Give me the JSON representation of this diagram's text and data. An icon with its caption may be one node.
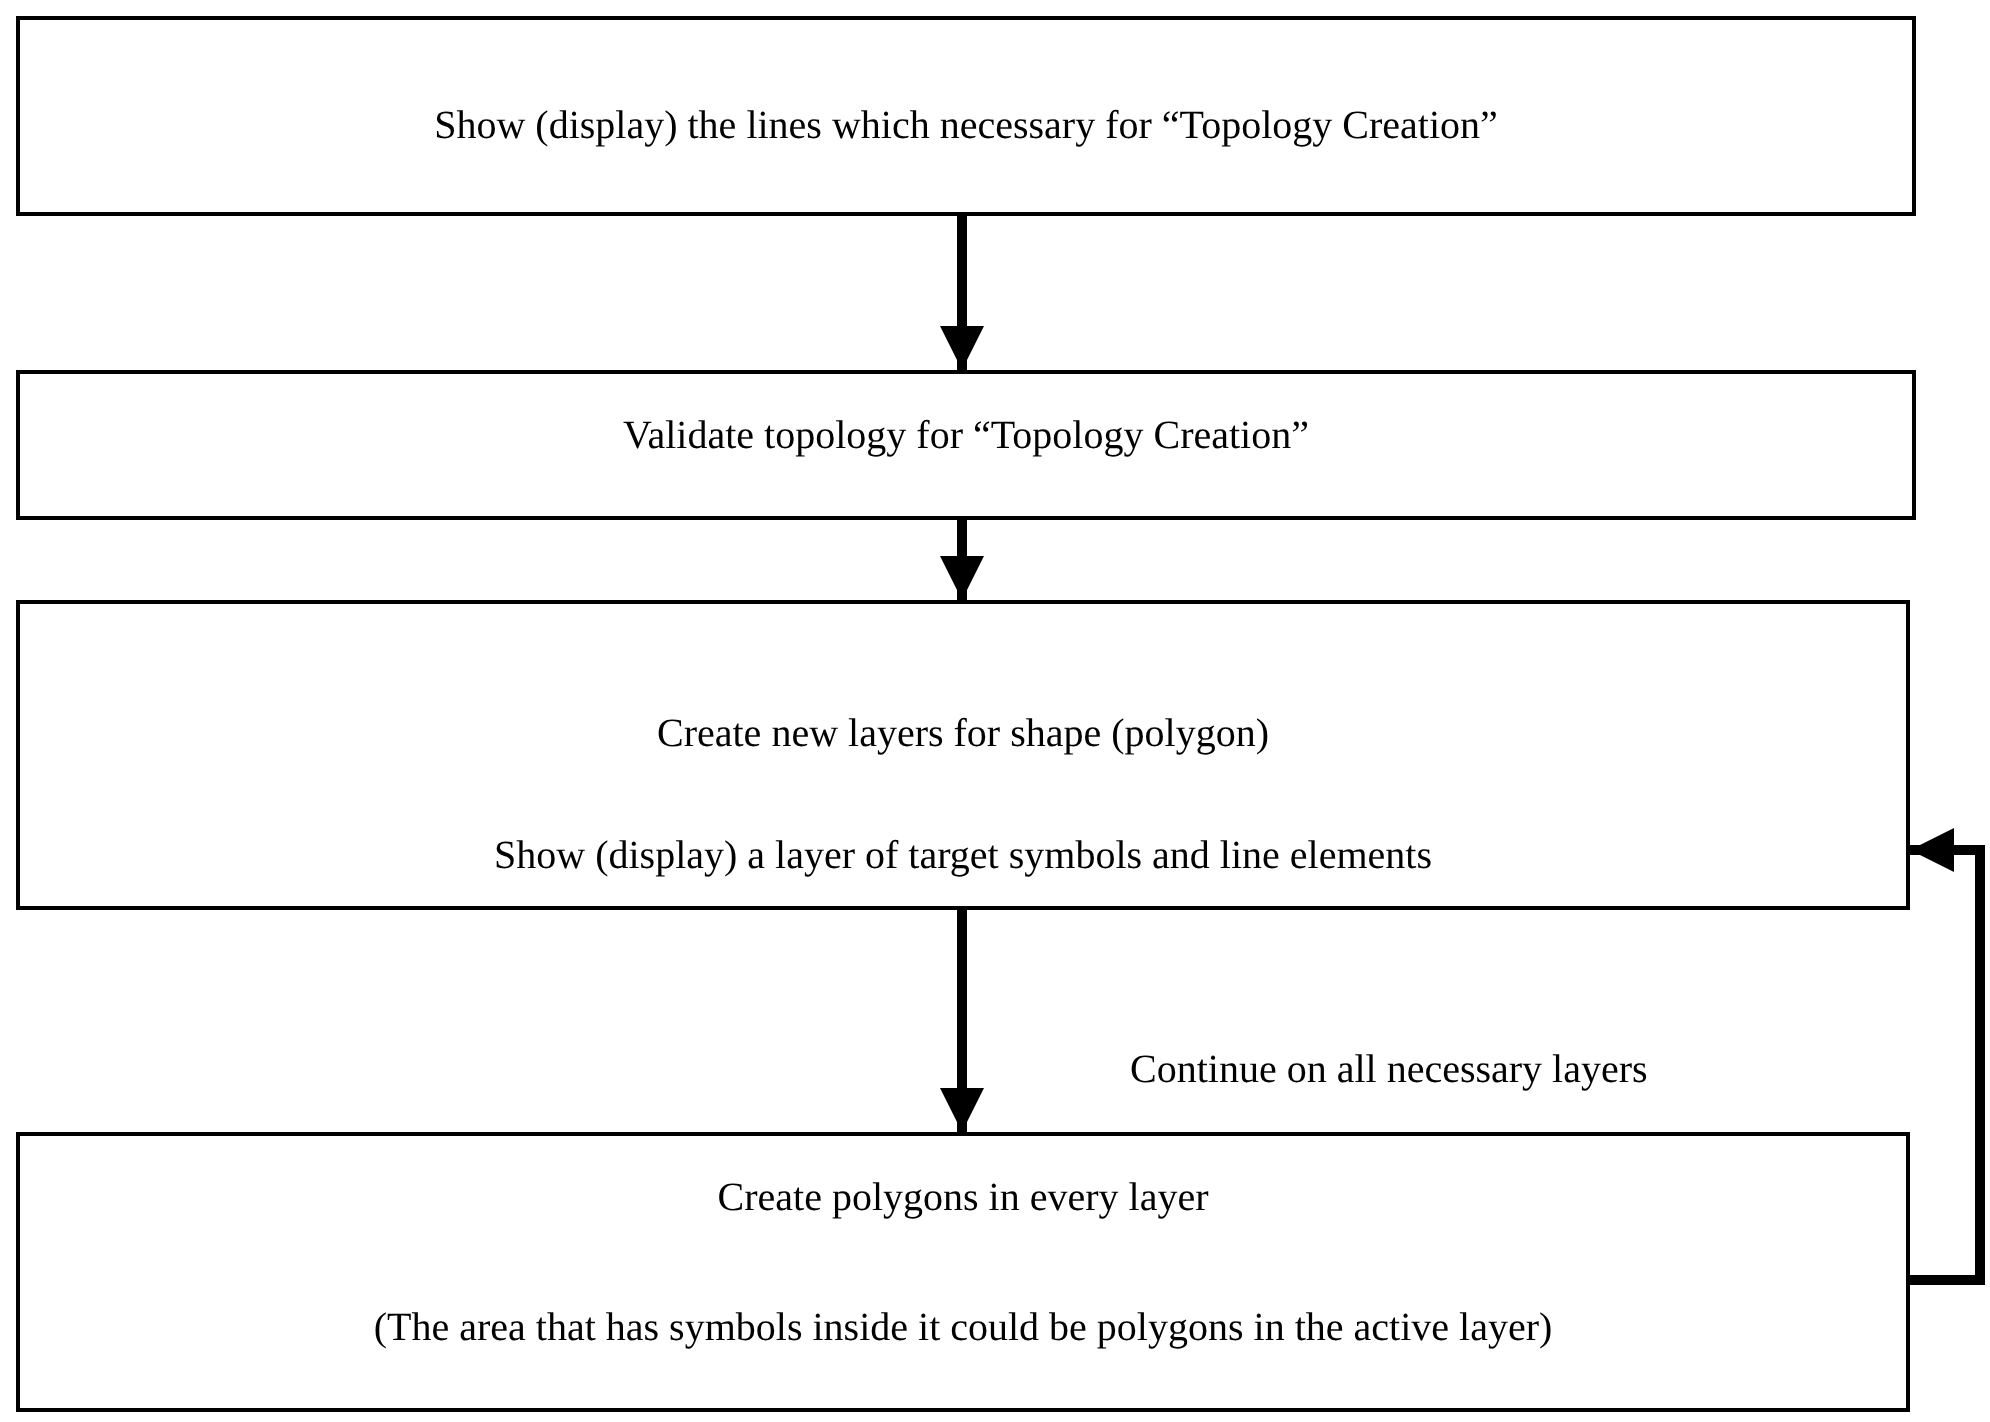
{
  "diagram": {
    "nodes": [
      {
        "text": [
          "Show (display) the lines which necessary for “Topology Creation”"
        ]
      },
      {
        "text": [
          "Validate topology for “Topology Creation”"
        ]
      },
      {
        "text": [
          "Create new layers for shape (polygon)",
          "Show (display) a layer of target symbols and line elements"
        ]
      },
      {
        "text": [
          "Create polygons in every layer",
          "(The area that has symbols inside it could be polygons in the active layer)"
        ]
      }
    ],
    "edges": [
      {
        "from": 0,
        "to": 1,
        "arrow": "to"
      },
      {
        "from": 1,
        "to": 2,
        "arrow": "to"
      },
      {
        "from": 2,
        "to": 3,
        "arrow": "to"
      },
      {
        "from": 3,
        "to": 2,
        "arrow": "to"
      }
    ],
    "labels": [
      "Continue on all necessary layers"
    ]
  }
}
